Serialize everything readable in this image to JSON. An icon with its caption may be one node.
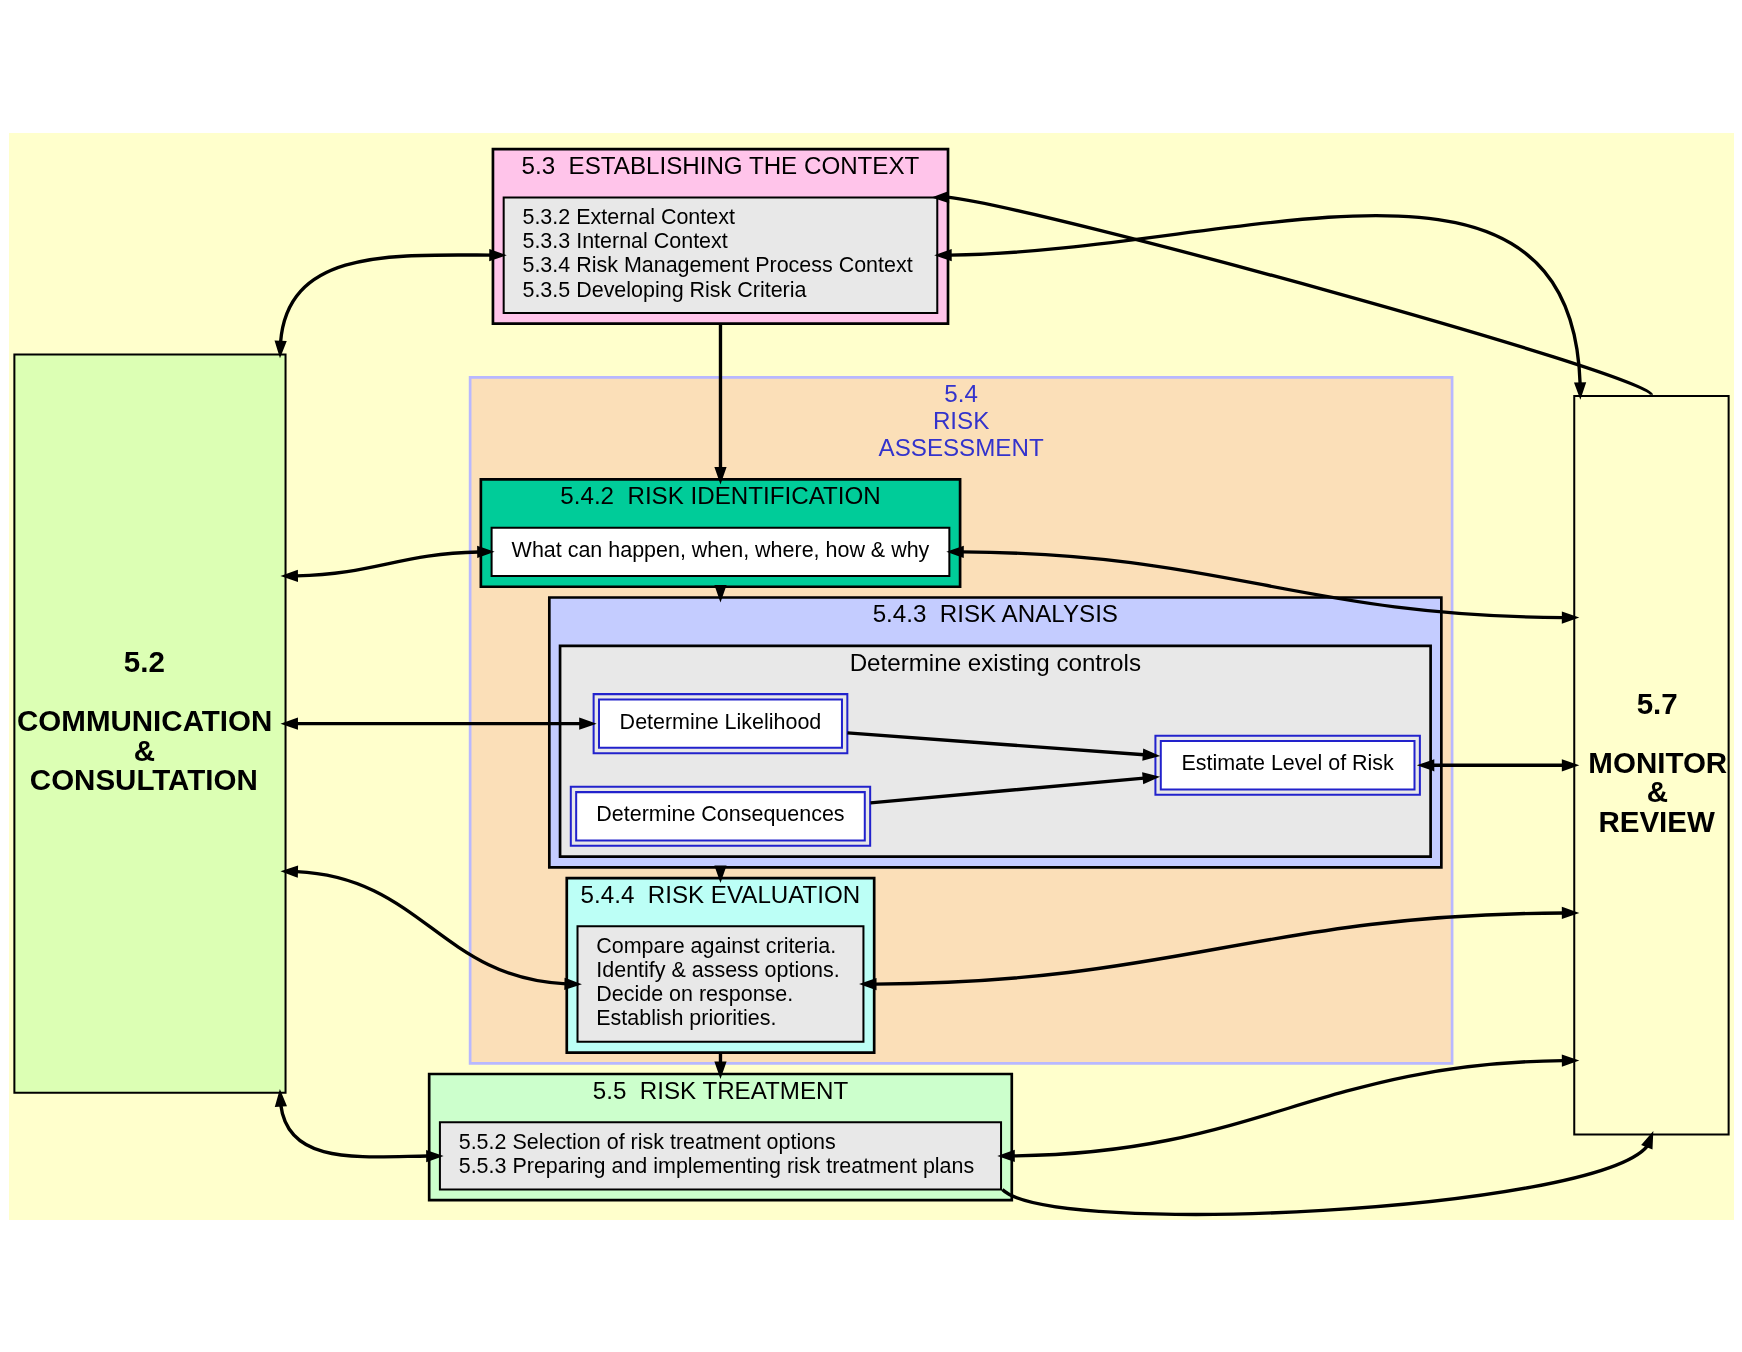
{
  "diagram": {
    "nodes": [
      {
        "text": [
          "5.2",
          "COMMUNICATION & CONSULTATION"
        ]
      },
      {
        "text": [
          "5.3  ESTABLISHING THE CONTEXT"
        ]
      },
      {
        "text": [
          "5.3.2 External Context",
          "5.3.3 Internal Context",
          "5.3.4 Risk Management Process Context",
          "5.3.5 Developing Risk Criteria"
        ],
        "in": 1
      },
      {
        "text": [
          "5.4",
          "RISK",
          "ASSESSMENT"
        ]
      },
      {
        "text": [
          "5.4.2  RISK IDENTIFICATION"
        ],
        "in": 3
      },
      {
        "text": [
          "What can happen, when, where, how & why"
        ],
        "in": 4
      },
      {
        "text": [
          "5.4.3  RISK ANALYSIS"
        ],
        "in": 3
      },
      {
        "text": [
          "Determine existing controls"
        ],
        "in": 6
      },
      {
        "text": [
          "Determine Likelihood"
        ],
        "in": 7
      },
      {
        "text": [
          "Determine Consequences"
        ],
        "in": 7
      },
      {
        "text": [
          "Estimate Level of Risk"
        ],
        "in": 7
      },
      {
        "text": [
          "5.4.4  RISK EVALUATION"
        ],
        "in": 3
      },
      {
        "text": [
          "Compare against criteria.",
          "Identify & assess options.",
          "Decide on response.",
          "Establish priorities."
        ],
        "in": 11
      },
      {
        "text": [
          "5.5  RISK TREATMENT"
        ]
      },
      {
        "text": [
          "5.5.2 Selection of risk treatment options",
          "5.5.3 Preparing and implementing risk treatment plans"
        ],
        "in": 13
      },
      {
        "text": [
          "5.7",
          "MONITOR & REVIEW"
        ]
      }
    ],
    "edges": [
      {
        "from": 1,
        "to": 4,
        "arrow": "to"
      },
      {
        "from": 4,
        "to": 6,
        "arrow": "to"
      },
      {
        "from": 8,
        "to": 10,
        "arrow": "to"
      },
      {
        "from": 9,
        "to": 10,
        "arrow": "to"
      },
      {
        "from": 6,
        "to": 11,
        "arrow": "to"
      },
      {
        "from": 11,
        "to": 13,
        "arrow": "to"
      },
      {
        "from": 0,
        "to": 1,
        "arrow": "both"
      },
      {
        "from": 0,
        "to": 4,
        "arrow": "both"
      },
      {
        "from": 0,
        "to": 6,
        "arrow": "both"
      },
      {
        "from": 0,
        "to": 11,
        "arrow": "both"
      },
      {
        "from": 0,
        "to": 13,
        "arrow": "both"
      },
      {
        "from": 1,
        "to": 15,
        "arrow": "both"
      },
      {
        "from": 4,
        "to": 15,
        "arrow": "both"
      },
      {
        "from": 6,
        "to": 15,
        "arrow": "both"
      },
      {
        "from": 11,
        "to": 15,
        "arrow": "both"
      },
      {
        "from": 13,
        "to": 15,
        "arrow": "both"
      },
      {
        "from": 15,
        "to": 1,
        "arrow": "to"
      },
      {
        "from": 13,
        "to": 15,
        "arrow": "to"
      }
    ]
  }
}
